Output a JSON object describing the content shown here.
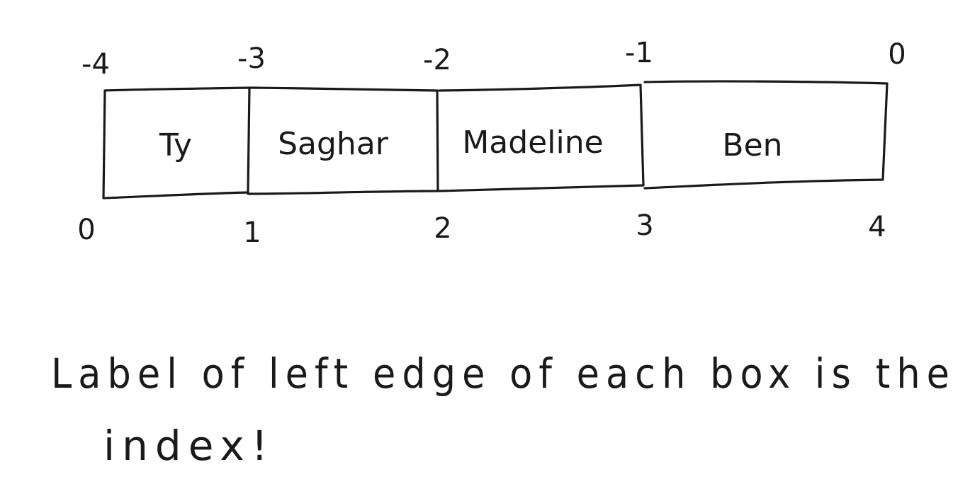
{
  "diagram": {
    "boxes": [
      {
        "label": "Ty"
      },
      {
        "label": "Saghar"
      },
      {
        "label": "Madeline"
      },
      {
        "label": "Ben"
      }
    ],
    "negative_indices": [
      "-4",
      "-3",
      "-2",
      "-1",
      "0"
    ],
    "positive_indices": [
      "0",
      "1",
      "2",
      "3",
      "4"
    ]
  },
  "note": {
    "line1": "Label of left edge of each box is the",
    "line2": "index!"
  }
}
